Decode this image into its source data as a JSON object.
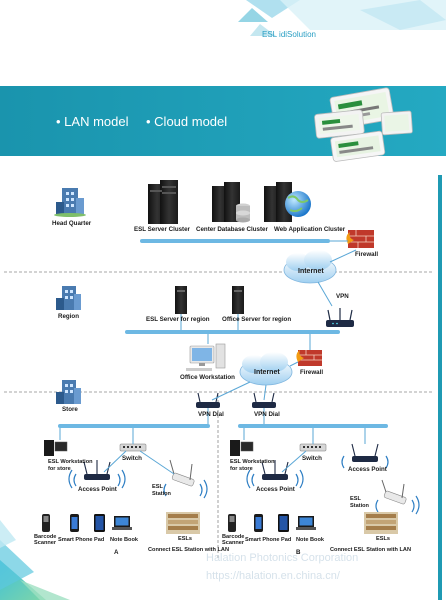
{
  "brand": {
    "name": "ESL idiSolution"
  },
  "banner": {
    "item1": "LAN model",
    "item2": "Cloud model"
  },
  "hq": {
    "label": "Head Quarter",
    "esl_server_cluster": "ESL Server Cluster",
    "center_db_cluster": "Center Database Cluster",
    "web_app_cluster": "Web Application Cluster",
    "firewall": "Firewall",
    "internet": "Internet",
    "vpn": "VPN"
  },
  "region": {
    "label": "Region",
    "esl_server": "ESL Server for region",
    "office_server": "Office Server for region",
    "office_workstation": "Office Workstation",
    "firewall": "Firewall",
    "internet": "Internet"
  },
  "store": {
    "label": "Store",
    "vpn_dial_a": "VPN Dial",
    "vpn_dial_b": "VPN Dial",
    "a": {
      "workstation_line1": "ESL Workstation",
      "workstation_line2": "for store",
      "switch": "Switch",
      "access_point": "Access Point",
      "esl_station_line1": "ESL",
      "esl_station_line2": "Station",
      "barcode_line1": "Barcode",
      "barcode_line2": "Scanner",
      "smart_phone": "Smart Phone",
      "pad": "Pad",
      "note_book": "Note Book",
      "esls": "ESLs",
      "connect": "Connect ESL Station with LAN",
      "letter": "A"
    },
    "b": {
      "workstation_line1": "ESL Workstation",
      "workstation_line2": "for store",
      "switch": "Switch",
      "access_point_left": "Access Point",
      "access_point_right": "Access Point",
      "esl_station_line1": "ESL",
      "esl_station_line2": "Station",
      "barcode_line1": "Barcode",
      "barcode_line2": "Scanner",
      "smart_phone": "Smart Phone",
      "pad": "Pad",
      "note_book": "Note Book",
      "esls": "ESLs",
      "connect": "Connect ESL Station with LAN",
      "letter": "B"
    }
  },
  "watermark": {
    "line1": "Halation Photonics Corporation",
    "line2": "https://halation.en.china.cn/"
  },
  "colors": {
    "teal": "#1b98b1",
    "line": "#5aa7d6",
    "bar": "#6db8e3",
    "dash": "#8a8a8a",
    "firewall": "#c0392b"
  }
}
